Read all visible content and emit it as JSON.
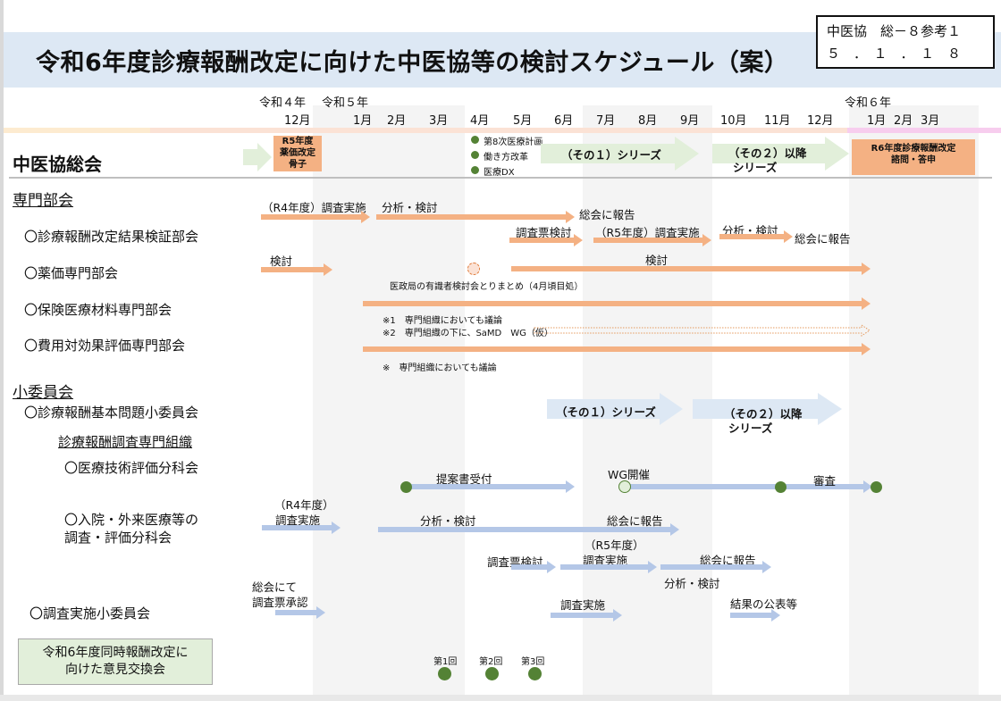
{
  "document": {
    "title": "令和6年度診療報酬改定に向けた中医協等の検討スケジュール（案）",
    "doc_id_line1": "中医協　総－８参考１",
    "doc_id_line2": "５　．　１　．　１　８"
  },
  "timeline": {
    "years": [
      "令和４年",
      "令和５年",
      "令和６年"
    ],
    "months": [
      "12月",
      "1月",
      "2月",
      "3月",
      "4月",
      "5月",
      "6月",
      "7月",
      "8月",
      "9月",
      "10月",
      "11月",
      "12月",
      "1月",
      "2月",
      "3月"
    ]
  },
  "colors": {
    "orange": "#f4b183",
    "light_green": "#e2efda",
    "light_blue": "#c5d5ea",
    "dark_green": "#548235",
    "title_band": "#dde8f4"
  },
  "general_assembly": {
    "label": "中医協総会",
    "box_r5": "R5年度\n薬価改定\n骨子",
    "topics": [
      "第8次医療計画",
      "働き方改革",
      "医療DX"
    ],
    "series1": "（その１）シリーズ",
    "series2_line1": "（その２）以降",
    "series2_line2": "シリーズ",
    "box_r6_line1": "R6年度診療報酬改定",
    "box_r6_line2": "諮問・答申"
  },
  "specialized": {
    "heading": "専門部会",
    "items": [
      "〇診療報酬改定結果検証部会",
      "〇薬価専門部会",
      "〇保険医療材料専門部会",
      "〇費用対効果評価専門部会"
    ],
    "verification": {
      "r4_survey": "（R4年度）調査実施",
      "analysis": "分析・検討",
      "report1": "総会に報告",
      "questionnaire": "調査票検討",
      "r5_survey": "（R5年度）調査実施",
      "analysis2": "分析・検討",
      "report2": "総会に報告"
    },
    "drug_price": {
      "review1": "検討",
      "review2": "検討",
      "note": "医政局の有識者検討会とりまとめ（4月頃目処）"
    },
    "materials": {
      "note1": "※1　専門組織においても議論",
      "note2": "※2　専門組織の下に、SaMD　WG（仮）"
    },
    "cost_effect": {
      "note": "※　専門組織においても議論"
    }
  },
  "subcommittee": {
    "heading": "小委員会",
    "basic_issues": "〇診療報酬基本問題小委員会",
    "series1": "（その１）シリーズ",
    "series2_line1": "（その２）以降",
    "series2_line2": "シリーズ",
    "expert_org": "診療報酬調査専門組織",
    "tech_eval": "〇医療技術評価分科会",
    "proposal": "提案書受付",
    "wg": "WG開催",
    "review": "審査",
    "inpatient_line1": "〇入院・外来医療等の",
    "inpatient_line2": "調査・評価分科会",
    "inp_r4_line1": "（R4年度）",
    "inp_r4_line2": "調査実施",
    "inp_analysis": "分析・検討",
    "inp_report": "総会に報告",
    "inp_questionnaire": "調査票検討",
    "inp_r5_line1": "（R5年度）",
    "inp_r5_line2": "調査実施",
    "inp_report2": "総会に報告",
    "inp_analysis2": "分析・検討",
    "survey_sub": "〇調査実施小委員会",
    "survey_approve_line1": "総会にて",
    "survey_approve_line2": "調査票承認",
    "survey_conduct": "調査実施",
    "survey_publish": "結果の公表等"
  },
  "exchange": {
    "line1": "令和6年度同時報酬改定に",
    "line2": "向けた意見交換会",
    "meetings": [
      "第1回",
      "第2回",
      "第3回"
    ]
  }
}
